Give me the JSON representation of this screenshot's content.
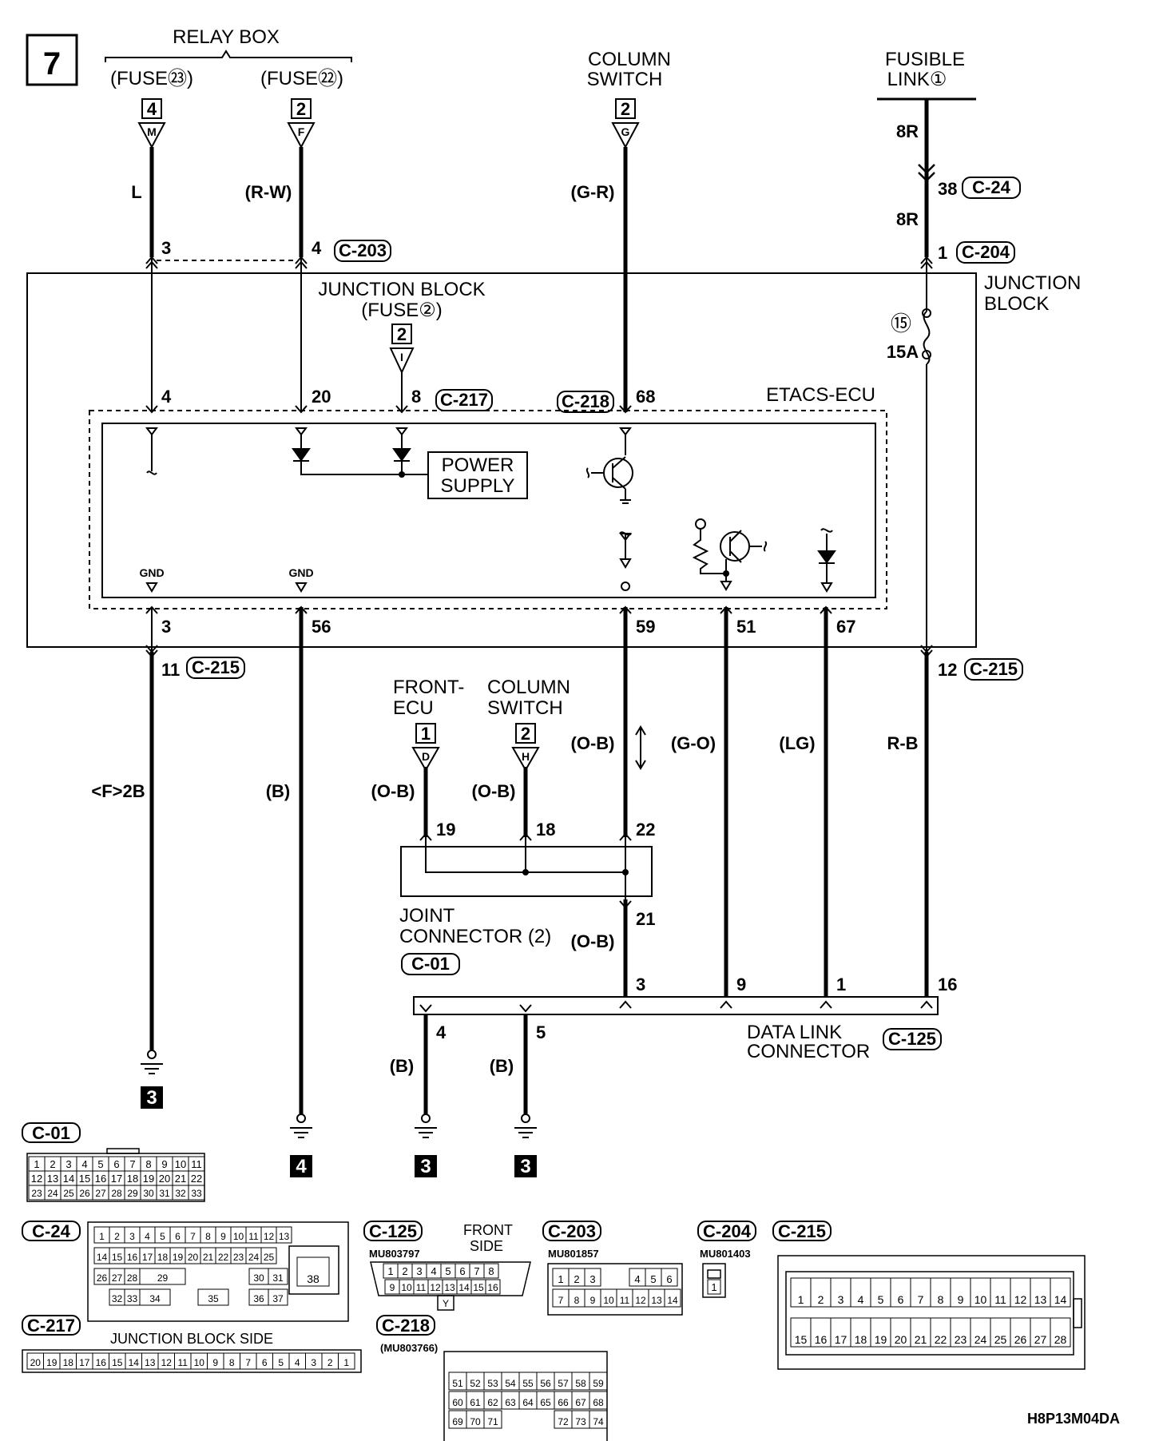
{
  "page_number": "7",
  "relay_box": "RELAY BOX",
  "fuse23": "(FUSE㉓)",
  "fuse22": "(FUSE㉒)",
  "column_switch_top": [
    "COLUMN",
    "SWITCH"
  ],
  "fusible_link": [
    "FUSIBLE",
    "LINK①"
  ],
  "junction_block_right": [
    "JUNCTION",
    "BLOCK"
  ],
  "junction_block_fuse": [
    "JUNCTION BLOCK",
    "(FUSE②)"
  ],
  "etacs_ecu": "ETACS-ECU",
  "power_supply": [
    "POWER",
    "SUPPLY"
  ],
  "gnd": "GND",
  "front_ecu": [
    "FRONT-",
    "ECU"
  ],
  "column_switch_mid": [
    "COLUMN",
    "SWITCH"
  ],
  "joint_connector": [
    "JOINT",
    "CONNECTOR (2)"
  ],
  "data_link_connector": [
    "DATA LINK",
    "CONNECTOR"
  ],
  "fuse15": "⑮",
  "fuse15_rating": "15A",
  "connector_refs": {
    "c203": "C-203",
    "c24": "C-24",
    "c204": "C-204",
    "c217": "C-217",
    "c218": "C-218",
    "c215a": "C-215",
    "c215b": "C-215",
    "c01": "C-01",
    "c125": "C-125"
  },
  "box_numbers": {
    "relay_4": "4",
    "relay_2": "2",
    "col_2": "2",
    "jb_2": "2",
    "front_1": "1",
    "col2_2": "2"
  },
  "plug_letters": {
    "relay_m": "M",
    "relay_f": "F",
    "col_g": "G",
    "jb_i": "I",
    "front_d": "D",
    "col2_h": "H"
  },
  "wire_colors": {
    "l": "L",
    "rw": "(R-W)",
    "gr": "(G-R)",
    "r8a": "8R",
    "r8b": "8R",
    "f2b": "<F>2B",
    "b1": "(B)",
    "ob1": "(O-B)",
    "ob2": "(O-B)",
    "ob3": "(O-B)",
    "go": "(G-O)",
    "lg": "(LG)",
    "rb": "R-B",
    "ob4": "(O-B)",
    "b2": "(B)",
    "b3": "(B)"
  },
  "pins": {
    "p3a": "3",
    "p4a": "4",
    "p38": "38",
    "p1a": "1",
    "p4b": "4",
    "p20": "20",
    "p8": "8",
    "p68": "68",
    "p3b": "3",
    "p56": "56",
    "p59": "59",
    "p51": "51",
    "p67": "67",
    "p11": "11",
    "p12": "12",
    "p19": "19",
    "p18": "18",
    "p22": "22",
    "p21": "21",
    "p3c": "3",
    "p9": "9",
    "p1b": "1",
    "p16": "16",
    "p4c": "4",
    "p5": "5"
  },
  "ground_refs": {
    "g1": "3",
    "g2": "4",
    "g3": "3",
    "g4": "3"
  },
  "bottom": {
    "c01": "C-01",
    "c01_rows": [
      [
        "1",
        "2",
        "3",
        "4",
        "5",
        "6",
        "7",
        "8",
        "9",
        "10",
        "11"
      ],
      [
        "12",
        "13",
        "14",
        "15",
        "16",
        "17",
        "18",
        "19",
        "20",
        "21",
        "22"
      ],
      [
        "23",
        "24",
        "25",
        "26",
        "27",
        "28",
        "29",
        "30",
        "31",
        "32",
        "33"
      ]
    ],
    "c24": "C-24",
    "c24_row1": [
      "1",
      "2",
      "3",
      "4",
      "5",
      "6",
      "7",
      "8",
      "9",
      "10",
      "11",
      "12",
      "13"
    ],
    "c24_row2": [
      "14",
      "15",
      "16",
      "17",
      "18",
      "19",
      "20",
      "21",
      "22",
      "23",
      "24",
      "25"
    ],
    "c24_row3": [
      "26",
      "27",
      "28",
      "29",
      "30",
      "31"
    ],
    "c24_row4": [
      "32",
      "33",
      "34",
      "35",
      "36",
      "37"
    ],
    "c24_38": "38",
    "c125": "C-125",
    "c125_part": "MU803797",
    "front_side": [
      "FRONT",
      "SIDE"
    ],
    "c125_row1": [
      "1",
      "2",
      "3",
      "4",
      "5",
      "6",
      "7",
      "8"
    ],
    "c125_row2": [
      "9",
      "10",
      "11",
      "12",
      "13",
      "14",
      "15",
      "16"
    ],
    "c125_y": "Y",
    "c203": "C-203",
    "c203_part": "MU801857",
    "c203_row1": [
      "1",
      "2",
      "3",
      "4",
      "5",
      "6"
    ],
    "c203_row2": [
      "7",
      "8",
      "9",
      "10",
      "11",
      "12",
      "13",
      "14"
    ],
    "c204": "C-204",
    "c204_part": "MU801403",
    "c204_pin": "1",
    "c215": "C-215",
    "c215_row1": [
      "1",
      "2",
      "3",
      "4",
      "5",
      "6",
      "7",
      "8",
      "9",
      "10",
      "11",
      "12",
      "13",
      "14"
    ],
    "c215_row2": [
      "15",
      "16",
      "17",
      "18",
      "19",
      "20",
      "21",
      "22",
      "23",
      "24",
      "25",
      "26",
      "27",
      "28"
    ],
    "c217": "C-217",
    "jb_side": "JUNCTION BLOCK SIDE",
    "c217_row": [
      "20",
      "19",
      "18",
      "17",
      "16",
      "15",
      "14",
      "13",
      "12",
      "11",
      "10",
      "9",
      "8",
      "7",
      "6",
      "5",
      "4",
      "3",
      "2",
      "1"
    ],
    "c218": "C-218",
    "c218_part": "(MU803766)",
    "c218_row1": [
      "51",
      "52",
      "53",
      "54",
      "55",
      "56",
      "57",
      "58",
      "59"
    ],
    "c218_row2": [
      "60",
      "61",
      "62",
      "63",
      "64",
      "65",
      "66",
      "67",
      "68"
    ],
    "c218_row3a": [
      "69",
      "70",
      "71"
    ],
    "c218_row3b": [
      "72",
      "73",
      "74"
    ],
    "code": "H8P13M04DA"
  }
}
